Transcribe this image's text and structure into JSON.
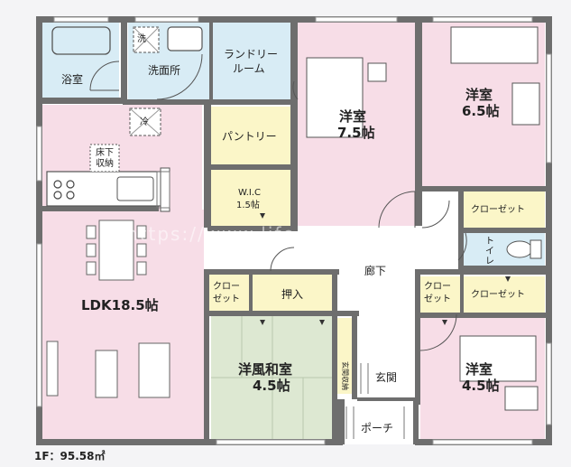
{
  "labels": {
    "bath": "浴室",
    "senmen": "洗面所",
    "sen_mark": "洗",
    "laundry_1": "ランドリー",
    "laundry_2": "ルーム",
    "rei_mark": "冷",
    "yukashita_1": "床下",
    "yukashita_2": "収納",
    "pantry": "パントリー",
    "wic_1": "W.I.C",
    "wic_2": "1.5帖",
    "youshitsu75_1": "洋室",
    "youshitsu75_2": "7.5帖",
    "youshitsu65_1": "洋室",
    "youshitsu65_2": "6.5帖",
    "closet_right_top": "クローゼット",
    "toilet_1": "ト",
    "toilet_2": "イ",
    "toilet_3": "レ",
    "rouka": "廊下",
    "ldk": "LDK18.5帖",
    "closet_small_1": "クロー",
    "closet_small_2": "ゼット",
    "oshiire": "押入",
    "wafu_1": "洋風和室",
    "wafu_2": "4.5帖",
    "genkan_shuno": "玄関収納",
    "genkan": "玄関",
    "porch": "ポーチ",
    "closet_mid_1": "クロー",
    "closet_mid_2": "ゼット",
    "closet_mid_wide": "クローゼット",
    "youshitsu45_1": "洋室",
    "youshitsu45_2": "4.5帖"
  },
  "watermark": "https://www.life-hearth.com",
  "footer": "1F：95.58㎡",
  "colors": {
    "wall": "#6e6e6e",
    "pink": "#f7dde7",
    "blue": "#d8ecf5",
    "yellow": "#fbf6c8",
    "green": "#dde8d2",
    "corridor": "#ffffff"
  }
}
